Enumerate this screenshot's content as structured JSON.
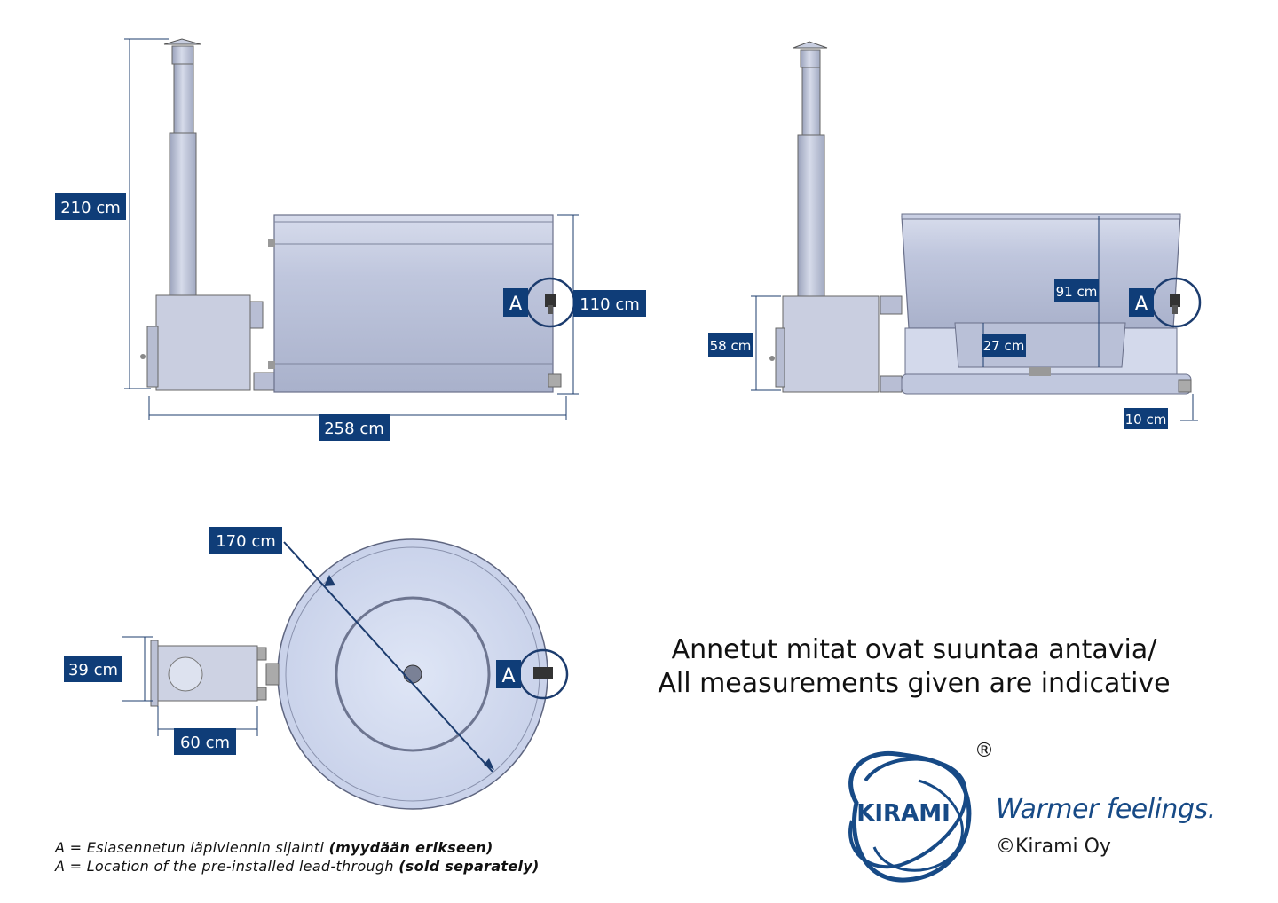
{
  "dimensions": {
    "side_height_total": "210 cm",
    "side_tub_height": "110 cm",
    "side_total_length": "258 cm",
    "front_stove_height": "58 cm",
    "front_tub_depth": "91 cm",
    "front_bench_height": "27 cm",
    "front_leg_height": "10 cm",
    "top_diameter": "170 cm",
    "top_stove_width": "39 cm",
    "top_stove_length": "60 cm"
  },
  "markers": {
    "side": "A",
    "front": "A",
    "top": "A"
  },
  "note": {
    "line1": "Annetut mitat ovat suuntaa antavia/",
    "line2": "All measurements given are indicative"
  },
  "footnote": {
    "fi_prefix": "A = Esiasennetun läpiviennin sijainti",
    "fi_bold": "(myydään erikseen)",
    "en_prefix": "A = Location of the pre-installed lead-through",
    "en_bold": "(sold separately)"
  },
  "brand": {
    "logo_text": "KIRAMI",
    "registered": "®",
    "tagline": "Warmer feelings.",
    "copyright": "©Kirami Oy"
  },
  "colors": {
    "label_bg": "#0f3d78",
    "dimension_line": "#1c3c6e",
    "metal": "#bcc4dc",
    "brand_blue": "#174a86"
  }
}
